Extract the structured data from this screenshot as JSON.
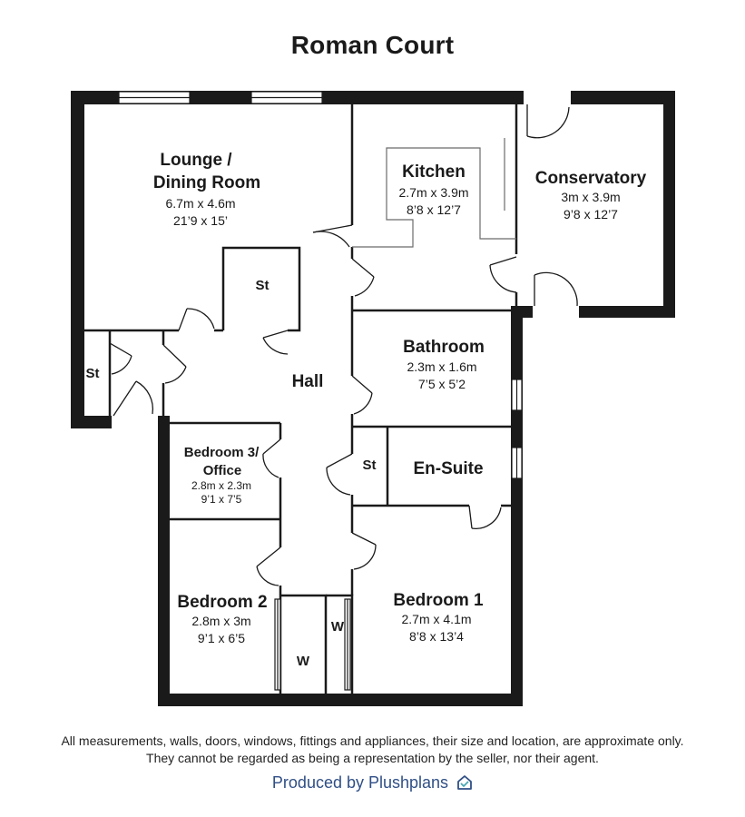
{
  "title": "Roman Court",
  "rooms": {
    "lounge": {
      "name_line1": "Lounge /",
      "name_line2": "Dining Room",
      "metric": "6.7m x  4.6m",
      "imperial": "21’9 x 15’"
    },
    "kitchen": {
      "name": "Kitchen",
      "metric": "2.7m x 3.9m",
      "imperial": "8’8 x 12’7"
    },
    "conservatory": {
      "name": "Conservatory",
      "metric": "3m x 3.9m",
      "imperial": "9’8 x 12’7"
    },
    "store_hall": {
      "name": "St"
    },
    "store_entry": {
      "name": "St"
    },
    "hall": {
      "name": "Hall"
    },
    "bathroom": {
      "name": "Bathroom",
      "metric": "2.3m x 1.6m",
      "imperial": "7’5 x 5’2"
    },
    "store_ensuite": {
      "name": "St"
    },
    "ensuite": {
      "name": "En-Suite"
    },
    "bedroom3": {
      "name_line1": "Bedroom 3/",
      "name_line2": "Office",
      "metric": "2.8m x 2.3m",
      "imperial": "9’1 x 7’5"
    },
    "bedroom2": {
      "name": "Bedroom 2",
      "metric": "2.8m x 3m",
      "imperial": "9’1 x 6’5"
    },
    "wardrobe_bed2": {
      "name": "W"
    },
    "wardrobe_bed1": {
      "name": "W"
    },
    "bedroom1": {
      "name": "Bedroom 1",
      "metric": "2.7m x 4.1m",
      "imperial": "8’8 x 13’4"
    }
  },
  "disclaimer": {
    "line1": "All measurements, walls, doors, windows, fittings and appliances, their size and location, are approximate only.",
    "line2": "They cannot be regarded as being a representation by the seller, nor their agent."
  },
  "credit": {
    "text": "Produced by Plushplans",
    "logo_icon": "house-check-icon",
    "color": "#2f4f86"
  },
  "colors": {
    "wall": "#1a1a1a",
    "background": "#ffffff"
  }
}
